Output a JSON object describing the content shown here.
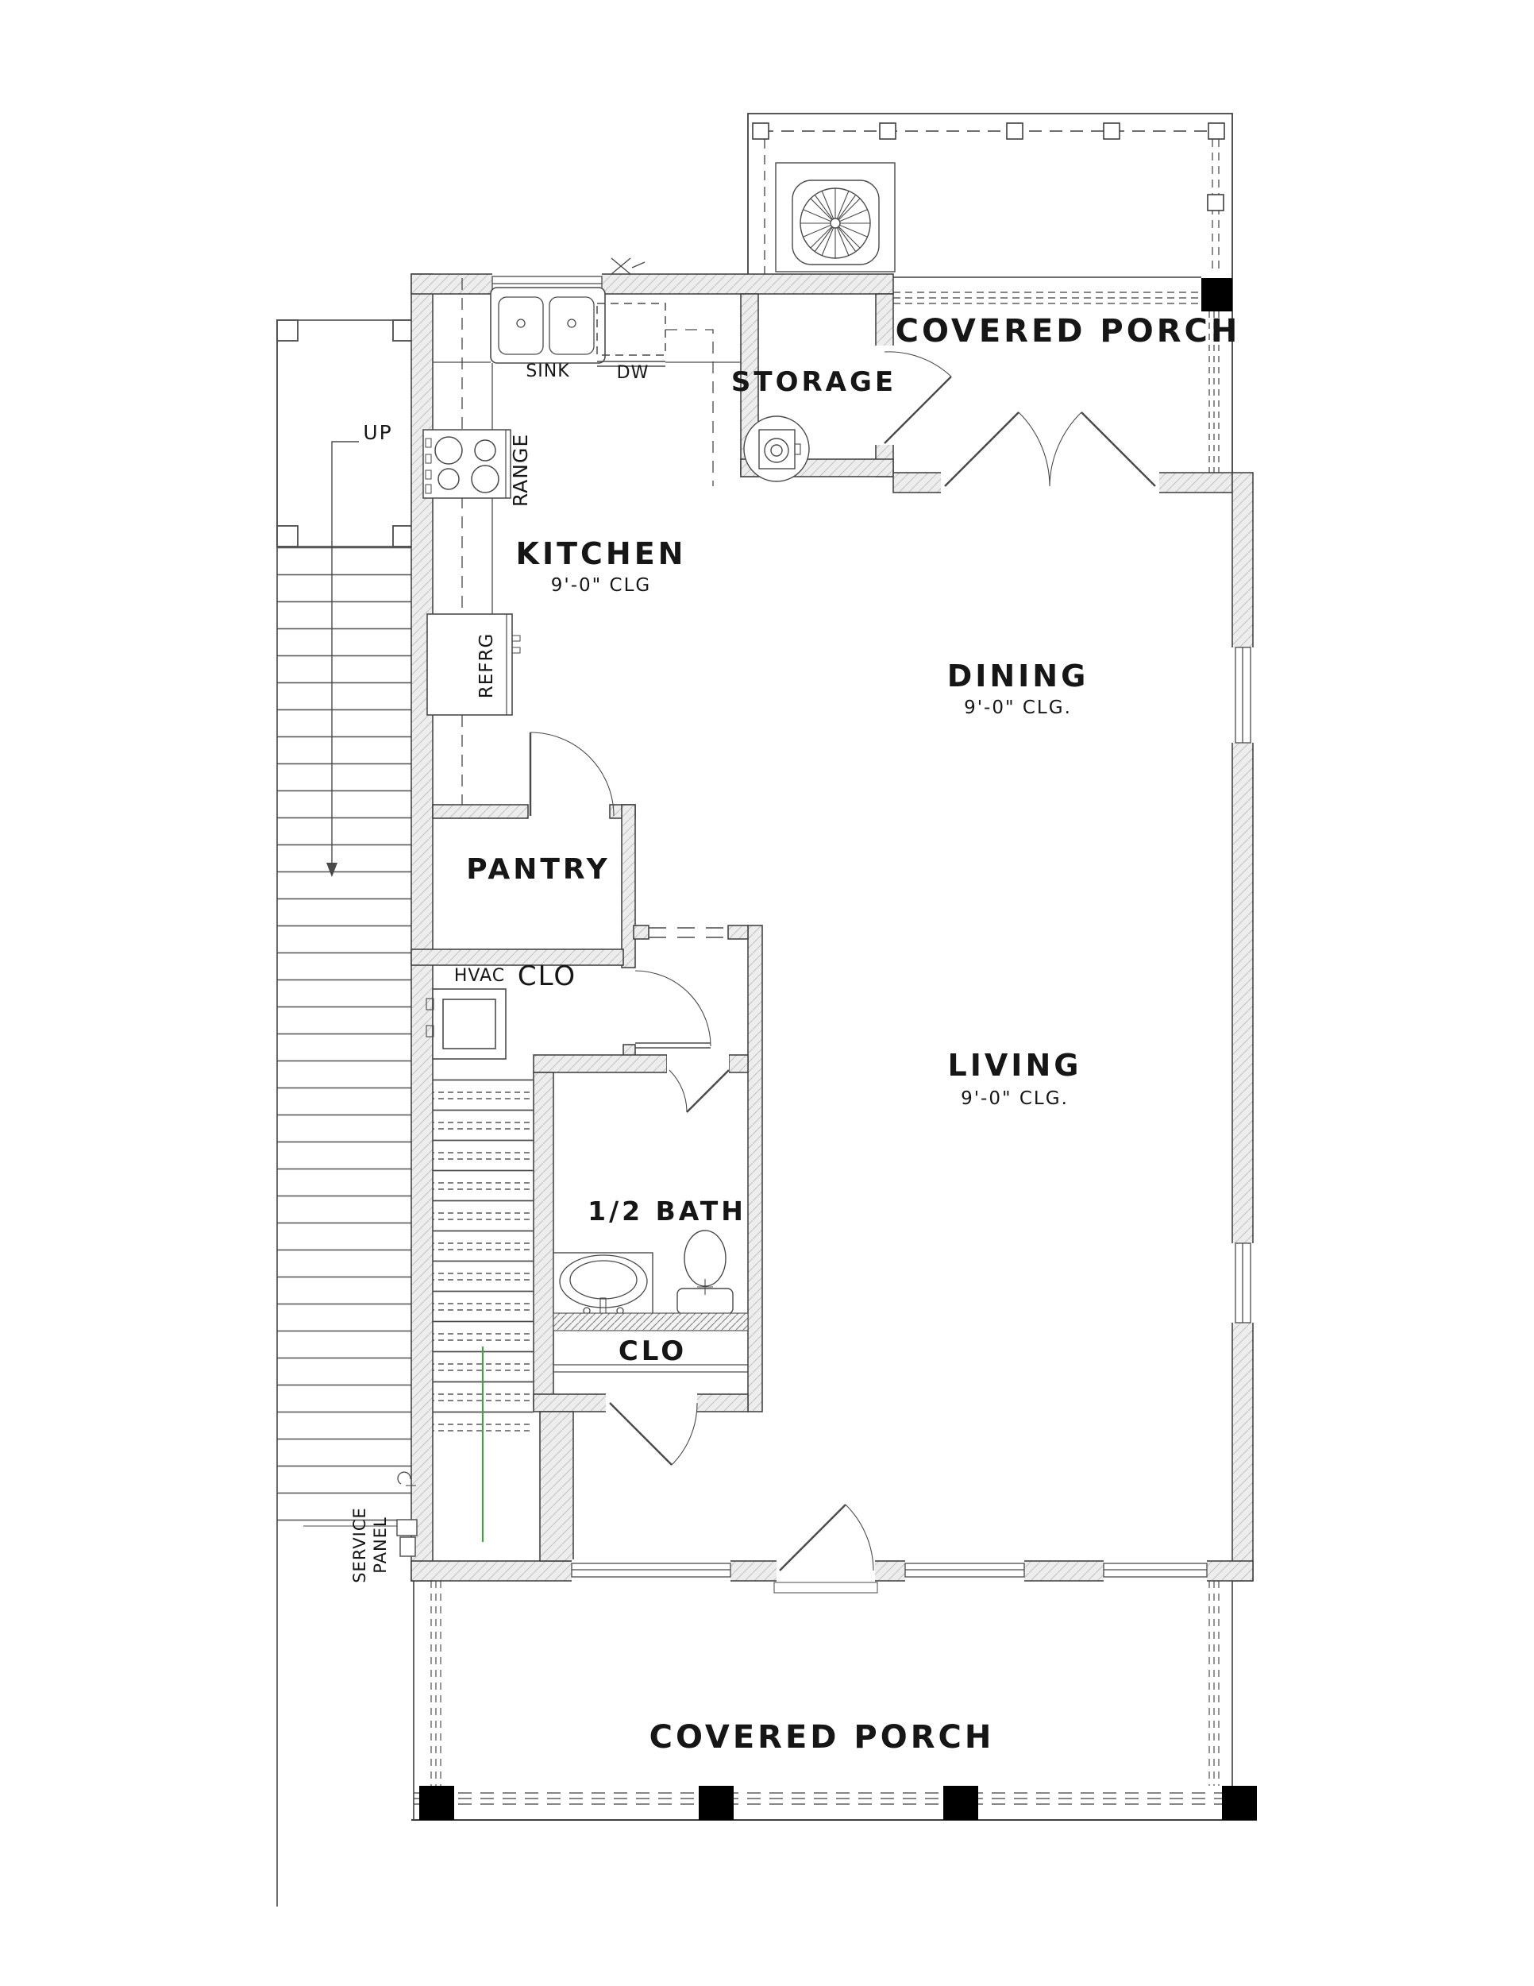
{
  "plan": {
    "rooms": {
      "kitchen": {
        "label": "KITCHEN",
        "ceiling": "9'-0\" CLG"
      },
      "dining": {
        "label": "DINING",
        "ceiling": "9'-0\" CLG."
      },
      "living": {
        "label": "LIVING",
        "ceiling": "9'-0\" CLG."
      },
      "storage": {
        "label": "STORAGE"
      },
      "pantry": {
        "label": "PANTRY"
      },
      "half_bath": {
        "label": "1/2 BATH"
      },
      "hvac_closet": {
        "hvac": "HVAC",
        "clo": "CLO"
      },
      "closet": {
        "label": "CLO"
      },
      "porch_top": {
        "label": "COVERED PORCH"
      },
      "porch_bottom": {
        "label": "COVERED PORCH"
      }
    },
    "fixtures": {
      "sink": "SINK",
      "dishwasher": "DW",
      "range": "RANGE",
      "refrigerator": "REFRG"
    },
    "stairs": {
      "up": "UP"
    },
    "electrical": {
      "service_panel_line1": "SERVICE",
      "service_panel_line2": "PANEL"
    }
  },
  "colors": {
    "line": "#2a2a2a",
    "wall_edge": "#3a3a3a",
    "post": "#000000",
    "green_marker": "#4c9a4c",
    "background": "#ffffff"
  }
}
